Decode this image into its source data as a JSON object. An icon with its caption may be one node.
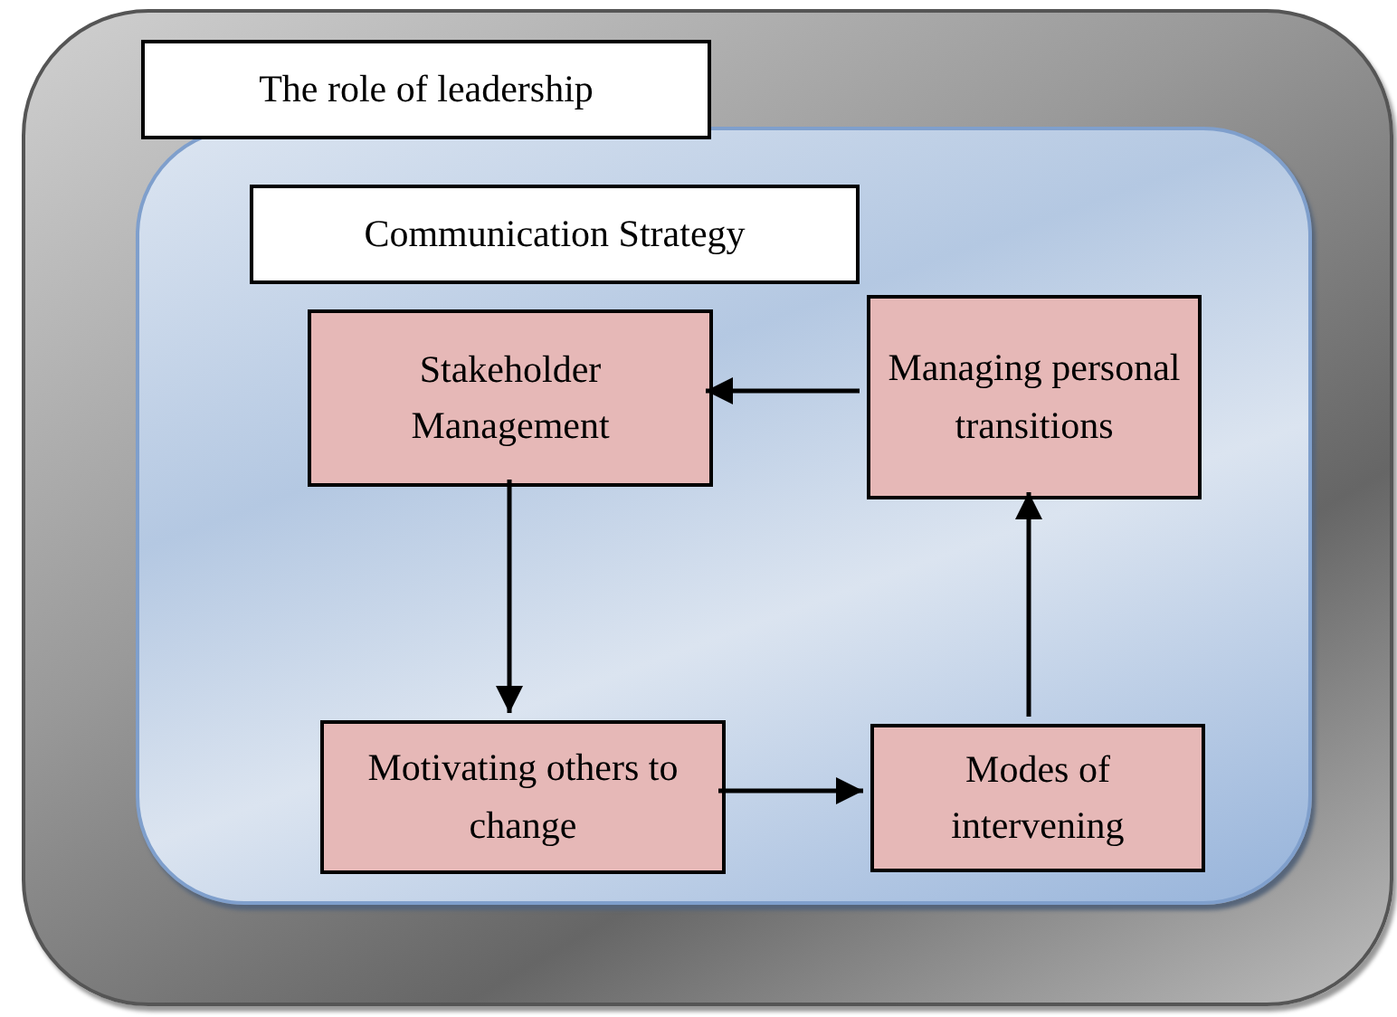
{
  "diagram": {
    "nodes": [
      {
        "text": [
          "The role of leadership"
        ]
      },
      {
        "text": [
          "Communication Strategy"
        ],
        "in": 0
      },
      {
        "text": [
          "Stakeholder Management"
        ],
        "in": 1
      },
      {
        "text": [
          "Managing personal transitions"
        ],
        "in": 1
      },
      {
        "text": [
          "Motivating others to change"
        ],
        "in": 1
      },
      {
        "text": [
          "Modes of intervening"
        ],
        "in": 1
      }
    ],
    "edges": [
      {
        "from": 3,
        "to": 2,
        "arrow": "to"
      },
      {
        "from": 2,
        "to": 4,
        "arrow": "to"
      },
      {
        "from": 4,
        "to": 5,
        "arrow": "to"
      },
      {
        "from": 5,
        "to": 3,
        "arrow": "to"
      }
    ]
  }
}
